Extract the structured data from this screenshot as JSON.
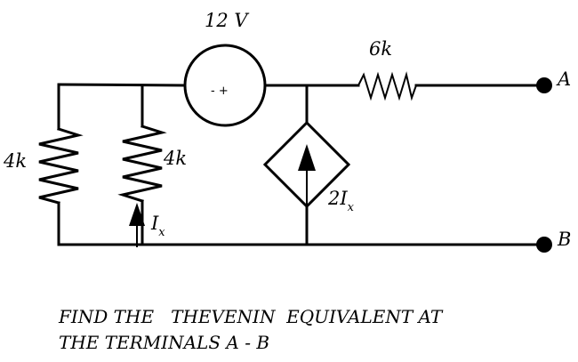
{
  "source": {
    "value": "12 V",
    "polarity": "- +"
  },
  "resistors": {
    "left": "4k",
    "middle": "4k",
    "series": "6k"
  },
  "current": {
    "symbol": "I",
    "subscript": "x"
  },
  "dependent_source": {
    "coefficient": "2I",
    "subscript": "x"
  },
  "terminals": {
    "a": "A",
    "b": "B"
  },
  "problem": {
    "line1": "FIND THE   THEVENIN  EQUIVALENT AT",
    "line2": "THE TERMINALS A - B"
  }
}
